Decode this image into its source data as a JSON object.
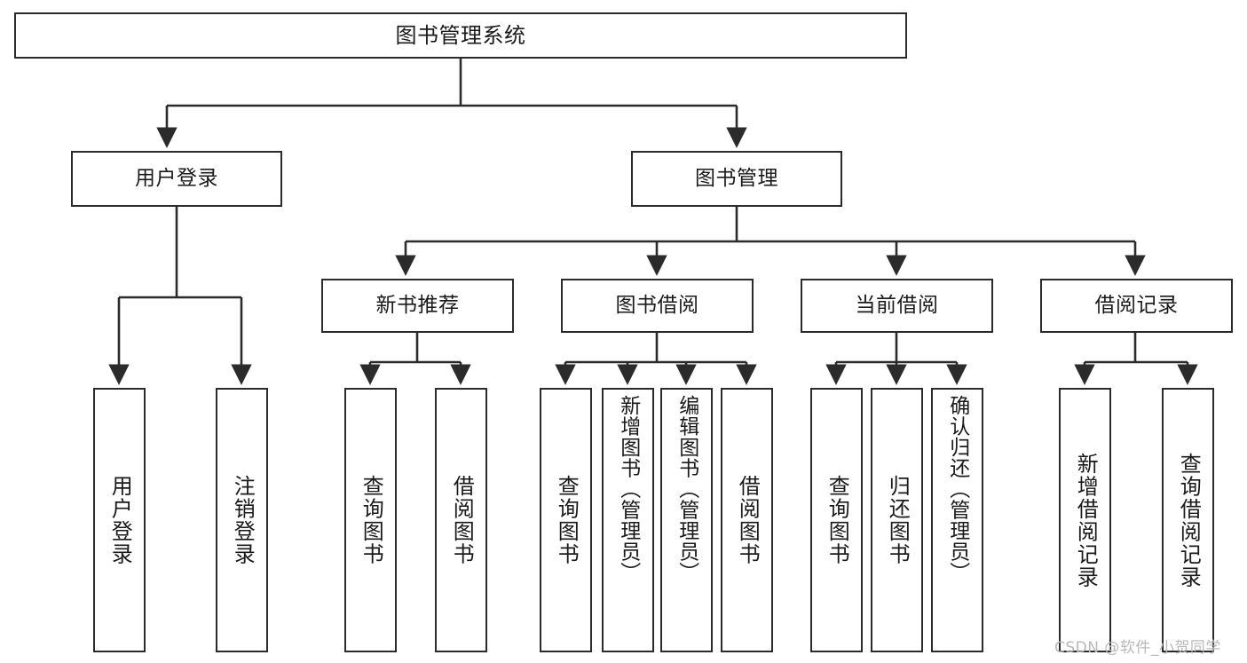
{
  "diagram": {
    "type": "tree-hierarchy",
    "title": "图书管理系统",
    "stroke_color": "#2b2b2b",
    "background_color": "#ffffff",
    "text_color": "#1a1a1a"
  },
  "nodes": {
    "root": {
      "label": "图书管理系统"
    },
    "level2": [
      {
        "id": "user-login",
        "label": "用户登录"
      },
      {
        "id": "book-management",
        "label": "图书管理"
      }
    ],
    "level3": [
      {
        "id": "new-book-recommend",
        "label": "新书推荐"
      },
      {
        "id": "book-borrow",
        "label": "图书借阅"
      },
      {
        "id": "current-borrow",
        "label": "当前借阅"
      },
      {
        "id": "borrow-record",
        "label": "借阅记录"
      }
    ],
    "leaves": [
      {
        "id": "leaf-user-login",
        "label": "用户登录"
      },
      {
        "id": "leaf-logout-login",
        "label": "注销登录"
      },
      {
        "id": "leaf-query-book-1",
        "label": "查询图书"
      },
      {
        "id": "leaf-borrow-book-1",
        "label": "借阅图书"
      },
      {
        "id": "leaf-query-book-2",
        "label": "查询图书"
      },
      {
        "id": "leaf-add-book-admin",
        "label": "新增图书（管理员）"
      },
      {
        "id": "leaf-edit-book-admin",
        "label": "编辑图书（管理员）"
      },
      {
        "id": "leaf-borrow-book-2",
        "label": "借阅图书"
      },
      {
        "id": "leaf-query-book-3",
        "label": "查询图书"
      },
      {
        "id": "leaf-return-book",
        "label": "归还图书"
      },
      {
        "id": "leaf-confirm-return-admin",
        "label": "确认归还（管理员）"
      },
      {
        "id": "leaf-add-borrow-record",
        "label": "新增借阅记录"
      },
      {
        "id": "leaf-query-borrow-record",
        "label": "查询借阅记录"
      }
    ]
  },
  "watermark": {
    "text": "CSDN @软件_小贺同学"
  }
}
